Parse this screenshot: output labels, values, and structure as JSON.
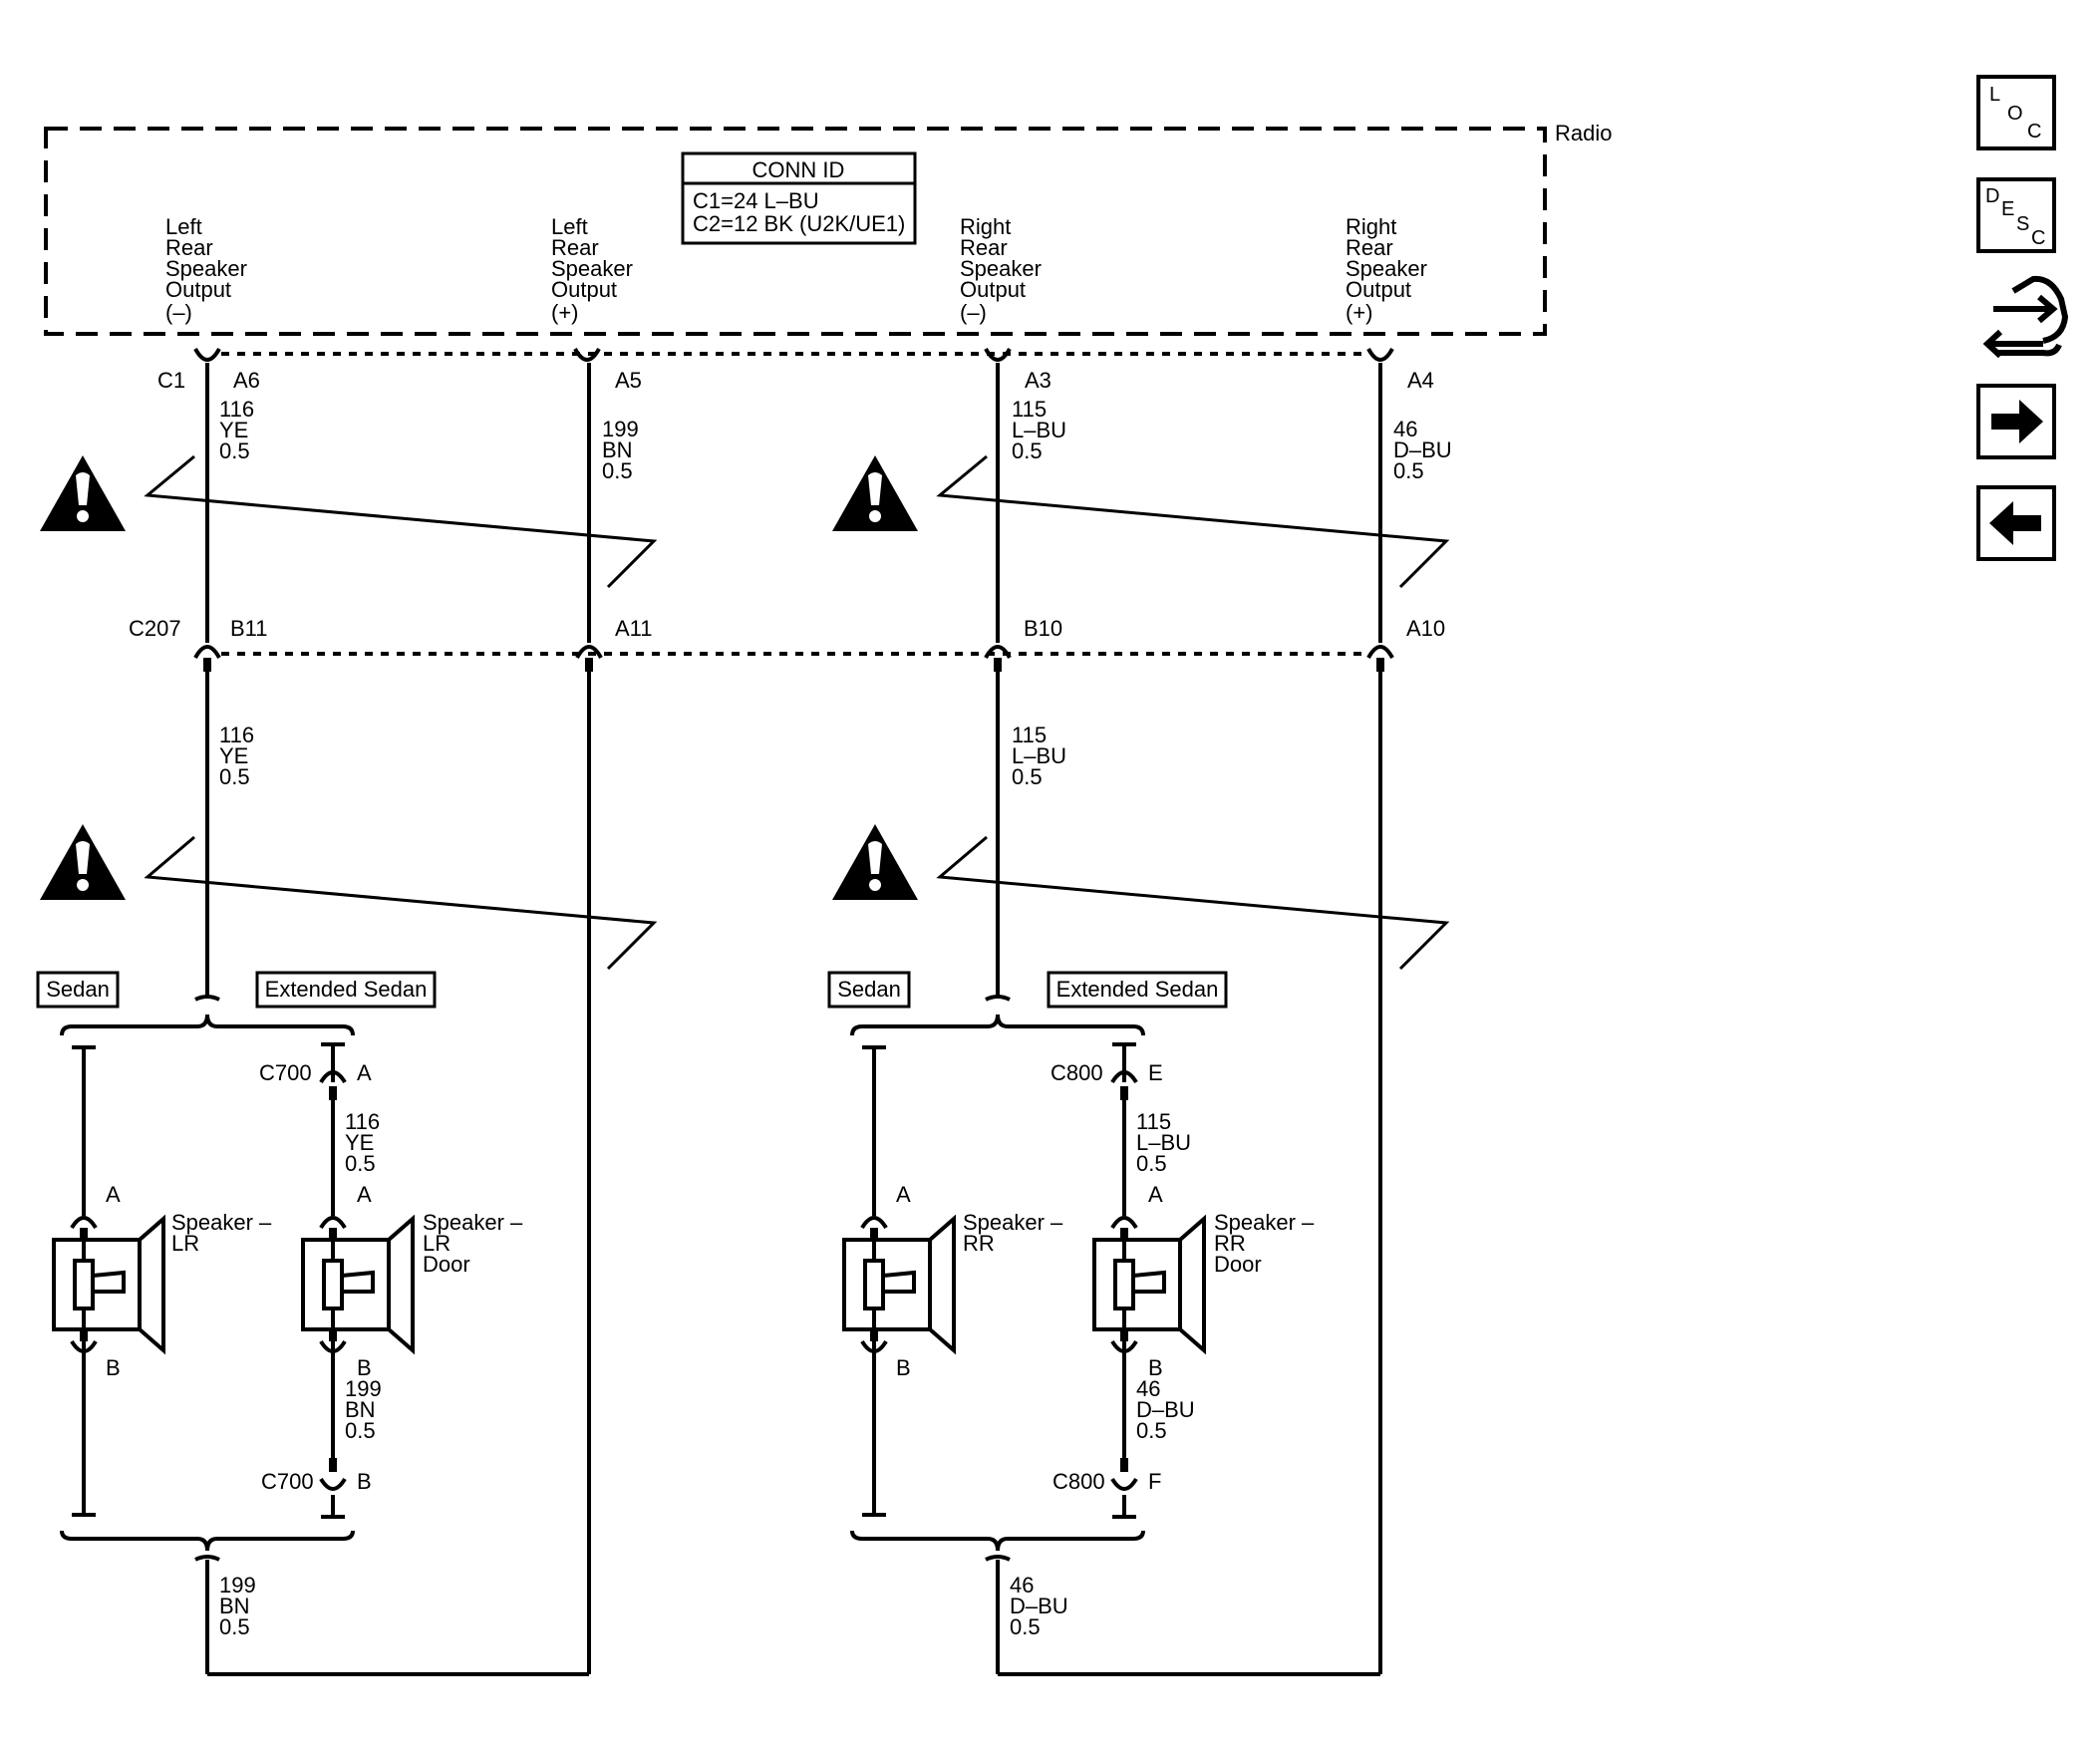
{
  "module": {
    "name": "Radio"
  },
  "conn_id": {
    "title": "CONN ID",
    "line1": "C1=24 L–BU",
    "line2": "C2=12 BK (U2K/UE1)"
  },
  "outputs": [
    {
      "l1": "Left",
      "l2": "Rear",
      "l3": "Speaker",
      "l4": "Output",
      "l5": "(–)"
    },
    {
      "l1": "Left",
      "l2": "Rear",
      "l3": "Speaker",
      "l4": "Output",
      "l5": "(+)"
    },
    {
      "l1": "Right",
      "l2": "Rear",
      "l3": "Speaker",
      "l4": "Output",
      "l5": "(–)"
    },
    {
      "l1": "Right",
      "l2": "Rear",
      "l3": "Speaker",
      "l4": "Output",
      "l5": "(+)"
    }
  ],
  "c1": {
    "name": "C1",
    "pins": [
      "A6",
      "A5",
      "A3",
      "A4"
    ]
  },
  "wires_top": [
    {
      "ckt": "116",
      "color": "YE",
      "size": "0.5"
    },
    {
      "ckt": "199",
      "color": "BN",
      "size": "0.5"
    },
    {
      "ckt": "115",
      "color": "L–BU",
      "size": "0.5"
    },
    {
      "ckt": "46",
      "color": "D–BU",
      "size": "0.5"
    }
  ],
  "c207": {
    "name": "C207",
    "pins": [
      "B11",
      "A11",
      "B10",
      "A10"
    ]
  },
  "wires_mid": [
    {
      "ckt": "116",
      "color": "YE",
      "size": "0.5"
    },
    {
      "ckt": "115",
      "color": "L–BU",
      "size": "0.5"
    }
  ],
  "options": {
    "sedan": "Sedan",
    "extended": "Extended Sedan"
  },
  "left_group": {
    "door_conn": "C700",
    "pin_top": "A",
    "pin_bot": "B",
    "wire_a": {
      "ckt": "116",
      "color": "YE",
      "size": "0.5"
    },
    "wire_b": {
      "ckt": "199",
      "color": "BN",
      "size": "0.5"
    },
    "spk_a": "A",
    "spk_b": "B",
    "speaker": {
      "l1": "Speaker –",
      "l2": "LR"
    },
    "door_speaker": {
      "l1": "Speaker –",
      "l2": "LR",
      "l3": "Door"
    },
    "return_wire": {
      "ckt": "199",
      "color": "BN",
      "size": "0.5"
    }
  },
  "right_group": {
    "door_conn": "C800",
    "pin_top": "E",
    "pin_bot": "F",
    "wire_a": {
      "ckt": "115",
      "color": "L–BU",
      "size": "0.5"
    },
    "wire_b": {
      "ckt": "46",
      "color": "D–BU",
      "size": "0.5"
    },
    "spk_a": "A",
    "spk_b": "B",
    "speaker": {
      "l1": "Speaker –",
      "l2": "RR"
    },
    "door_speaker": {
      "l1": "Speaker –",
      "l2": "RR",
      "l3": "Door"
    },
    "return_wire": {
      "ckt": "46",
      "color": "D–BU",
      "size": "0.5"
    }
  },
  "nav": {
    "loc": {
      "a": "L",
      "b": "O",
      "c": "C"
    },
    "desc": {
      "a": "D",
      "b": "E",
      "c": "S",
      "d": "C"
    },
    "icons": [
      "loc-icon",
      "desc-icon",
      "connector-swap-icon",
      "arrow-right-icon",
      "arrow-left-icon"
    ]
  }
}
